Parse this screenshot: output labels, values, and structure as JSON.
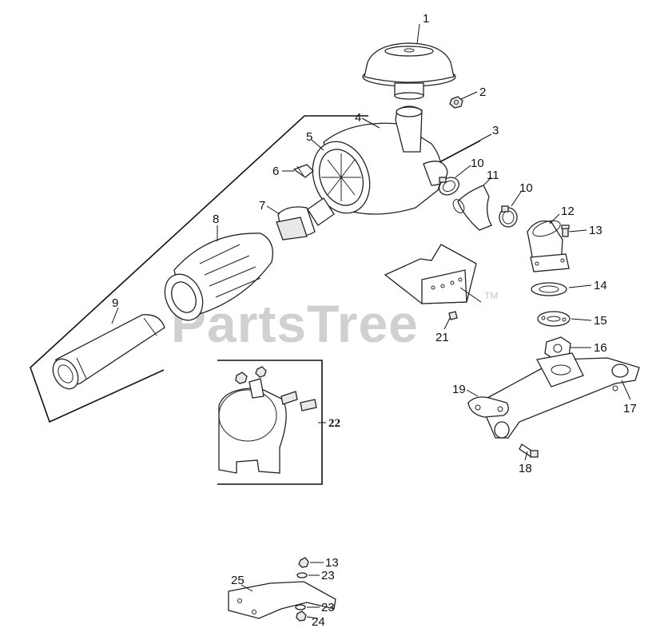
{
  "watermark": {
    "text": "PartsTree",
    "trademark": "TM"
  },
  "callouts": [
    {
      "id": "c1",
      "label": "1"
    },
    {
      "id": "c2",
      "label": "2"
    },
    {
      "id": "c3",
      "label": "3"
    },
    {
      "id": "c4",
      "label": "4"
    },
    {
      "id": "c5",
      "label": "5"
    },
    {
      "id": "c6",
      "label": "6"
    },
    {
      "id": "c7",
      "label": "7"
    },
    {
      "id": "c8",
      "label": "8"
    },
    {
      "id": "c9",
      "label": "9"
    },
    {
      "id": "c10a",
      "label": "10"
    },
    {
      "id": "c10b",
      "label": "10"
    },
    {
      "id": "c11",
      "label": "11"
    },
    {
      "id": "c12",
      "label": "12"
    },
    {
      "id": "c13a",
      "label": "13"
    },
    {
      "id": "c14",
      "label": "14"
    },
    {
      "id": "c15",
      "label": "15"
    },
    {
      "id": "c16",
      "label": "16"
    },
    {
      "id": "c17",
      "label": "17"
    },
    {
      "id": "c18",
      "label": "18"
    },
    {
      "id": "c19",
      "label": "19"
    },
    {
      "id": "c21",
      "label": "21"
    },
    {
      "id": "c22",
      "label": "22"
    },
    {
      "id": "c13b",
      "label": "13"
    },
    {
      "id": "c23a",
      "label": "23"
    },
    {
      "id": "c23b",
      "label": "23"
    },
    {
      "id": "c24",
      "label": "24"
    },
    {
      "id": "c25",
      "label": "25"
    }
  ]
}
